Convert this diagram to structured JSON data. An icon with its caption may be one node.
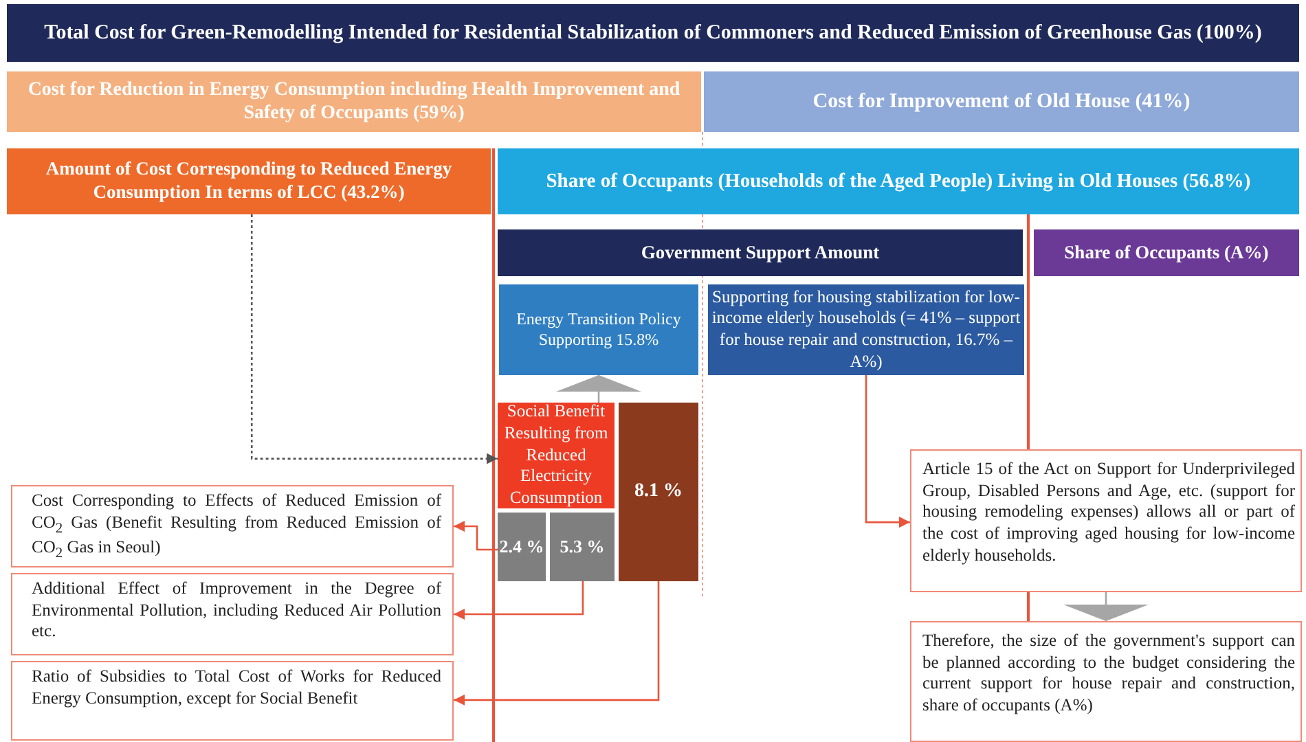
{
  "diagram": {
    "nodes": [
      {
        "text": [
          "Total Cost for Green-Remodelling Intended for Residential Stabilization of Commoners and Reduced Emission of Greenhouse Gas (100%)"
        ]
      },
      {
        "text": [
          "Cost for Reduction in Energy Consumption including Health Improvement and Safety of Occupants (59%)"
        ]
      },
      {
        "text": [
          "Cost for Improvement of Old House (41%)"
        ]
      },
      {
        "text": [
          "Amount of Cost Corresponding to Reduced Energy Consumption In terms of LCC (43.2%)"
        ]
      },
      {
        "text": [
          "Share of Occupants (Households of the Aged People) Living in Old Houses (56.8%)"
        ]
      },
      {
        "text": [
          "Government Support Amount"
        ]
      },
      {
        "text": [
          "Share of Occupants (A%)"
        ]
      },
      {
        "text": [
          "Energy Transition Policy Supporting 15.8%"
        ]
      },
      {
        "text": [
          "Supporting for housing stabilization for low-income elderly households (= 41% – support for house repair and construction, 16.7% – A%)"
        ]
      },
      {
        "text": [
          "Social Benefit Resulting from Reduced Electricity Consumption"
        ]
      },
      {
        "text": [
          "8.1 %"
        ]
      },
      {
        "text": [
          "2.4 %"
        ]
      },
      {
        "text": [
          "5.3 %"
        ]
      },
      {
        "text": [
          "Cost Corresponding to Effects of Reduced Emission of CO$_{2}$ Gas (Benefit Resulting from Reduced Emission of CO$_{2}$ Gas in Seoul)"
        ]
      },
      {
        "text": [
          "Additional Effect of Improvement in the Degree of Environmental Pollution, including Reduced Air Pollution etc."
        ]
      },
      {
        "text": [
          "Ratio of Subsidies to Total Cost of Works for Reduced Energy Consumption, except for Social Benefit"
        ]
      },
      {
        "text": [
          "Article 15 of the Act on Support for Underprivileged Group, Disabled Persons and Age, etc. (support for housing remodeling expenses) allows all or part of the cost of improving aged housing for low-income elderly households."
        ]
      },
      {
        "text": [
          "Therefore, the size of the government's support can be planned according to the budget considering the current support for house repair and construction, share of occupants (A%)"
        ]
      }
    ],
    "edges": [
      {
        "from": 3,
        "to": 9,
        "arrow": "to",
        "style": "dashed",
        "color": "#555555"
      },
      {
        "from": 9,
        "to": 7,
        "arrow": "to",
        "color": "#a6a6a6"
      },
      {
        "from": 11,
        "to": 13,
        "arrow": "to"
      },
      {
        "from": 12,
        "to": 14,
        "arrow": "to"
      },
      {
        "from": 10,
        "to": 15,
        "arrow": "to"
      },
      {
        "from": 8,
        "to": 16,
        "arrow": "to"
      },
      {
        "from": 16,
        "to": 17,
        "arrow": "to",
        "color": "#a6a6a6"
      }
    ]
  }
}
